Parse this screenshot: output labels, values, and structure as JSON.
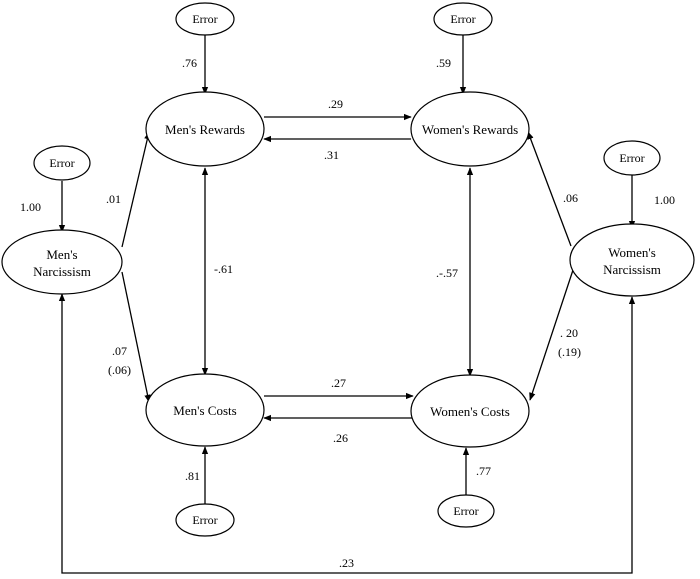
{
  "nodes": {
    "mens_rewards": "Men's Rewards",
    "womens_rewards": "Women's Rewards",
    "mens_costs": "Men's Costs",
    "womens_costs": "Women's Costs",
    "mens_narcissism_line1": "Men's",
    "mens_narcissism_line2": "Narcissism",
    "womens_narcissism_line1": "Women's",
    "womens_narcissism_line2": "Narcissism"
  },
  "error_label": "Error",
  "weights": {
    "err_mens_rewards": ".76",
    "err_womens_rewards": ".59",
    "err_mens_narcissism": "1.00",
    "err_womens_narcissism": "1.00",
    "err_mens_costs": ".81",
    "err_womens_costs": ".77",
    "mr_to_wr": ".29",
    "wr_to_mr": ".31",
    "mc_to_wc": ".27",
    "wc_to_mc": ".26",
    "mn_to_mr": ".01",
    "mn_to_mc_line1": ".07",
    "mn_to_mc_line2": "(.06)",
    "wn_to_wr": ".06",
    "wn_to_wc_line1": ". 20",
    "wn_to_wc_line2": "(.19)",
    "mr_mc": "-.61",
    "wr_wc": ".-.57",
    "mn_wn": ".23"
  }
}
